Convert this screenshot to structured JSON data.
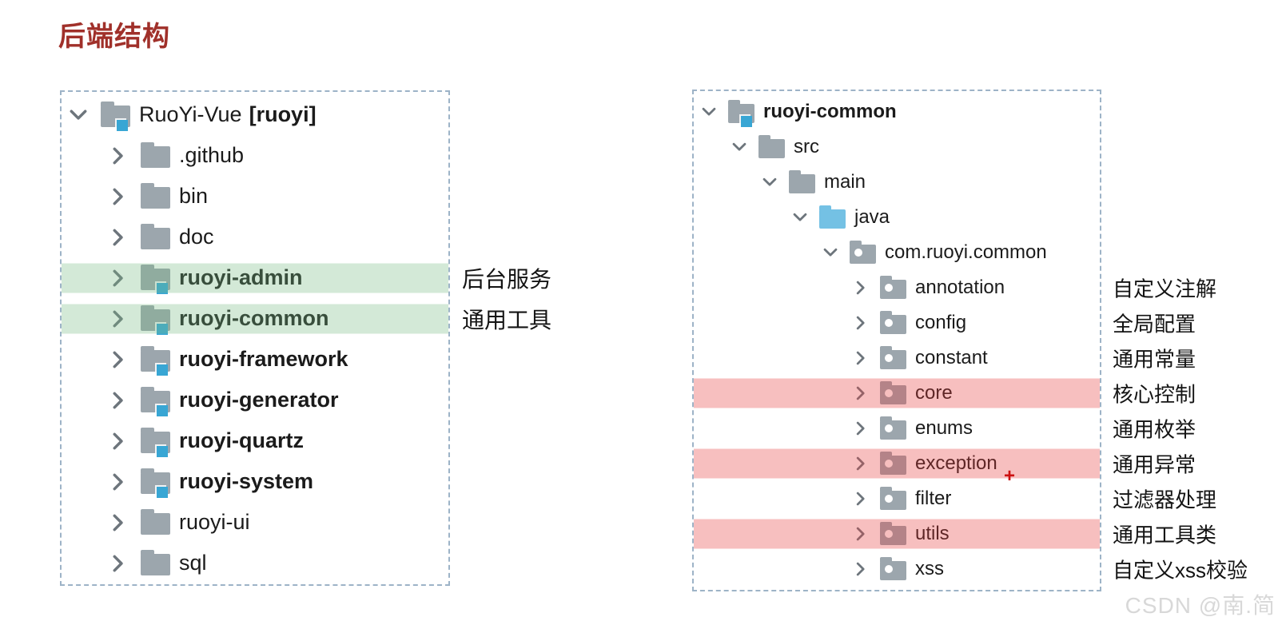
{
  "title": "后端结构",
  "watermark": "CSDN @南.简",
  "colors": {
    "title_red": "#a0302a",
    "folder_gray": "#9ca6ad",
    "module_badge_blue": "#38a6d4",
    "java_folder_blue": "#74c1e4",
    "dashed_border": "#9db3c7",
    "green_highlight": "#d5ead9",
    "red_highlight": "#f8c1c1",
    "chevron_gray": "#6d757c",
    "cursor_red": "#cc1111"
  },
  "left_tree": {
    "rows": [
      {
        "label": "RuoYi-Vue",
        "suffix": "[ruoyi]",
        "depth": 0,
        "expanded": true,
        "icon": "module-folder"
      },
      {
        "label": ".github",
        "depth": 1,
        "expanded": false,
        "icon": "folder"
      },
      {
        "label": "bin",
        "depth": 1,
        "expanded": false,
        "icon": "folder"
      },
      {
        "label": "doc",
        "depth": 1,
        "expanded": false,
        "icon": "folder"
      },
      {
        "label": "ruoyi-admin",
        "depth": 1,
        "expanded": false,
        "icon": "module-folder",
        "bold": true,
        "highlight": "green",
        "annotation": "后台服务"
      },
      {
        "label": "ruoyi-common",
        "depth": 1,
        "expanded": false,
        "icon": "module-folder",
        "bold": true,
        "highlight": "green",
        "annotation": "通用工具"
      },
      {
        "label": "ruoyi-framework",
        "depth": 1,
        "expanded": false,
        "icon": "module-folder",
        "bold": true
      },
      {
        "label": "ruoyi-generator",
        "depth": 1,
        "expanded": false,
        "icon": "module-folder",
        "bold": true
      },
      {
        "label": "ruoyi-quartz",
        "depth": 1,
        "expanded": false,
        "icon": "module-folder",
        "bold": true
      },
      {
        "label": "ruoyi-system",
        "depth": 1,
        "expanded": false,
        "icon": "module-folder",
        "bold": true
      },
      {
        "label": "ruoyi-ui",
        "depth": 1,
        "expanded": false,
        "icon": "folder"
      },
      {
        "label": "sql",
        "depth": 1,
        "expanded": false,
        "icon": "folder"
      }
    ]
  },
  "right_tree": {
    "rows": [
      {
        "label": "ruoyi-common",
        "depth": 0,
        "expanded": true,
        "icon": "module-folder",
        "bold": true
      },
      {
        "label": "src",
        "depth": 1,
        "expanded": true,
        "icon": "folder"
      },
      {
        "label": "main",
        "depth": 2,
        "expanded": true,
        "icon": "folder"
      },
      {
        "label": "java",
        "depth": 3,
        "expanded": true,
        "icon": "java-folder"
      },
      {
        "label": "com.ruoyi.common",
        "depth": 4,
        "expanded": true,
        "icon": "package"
      },
      {
        "label": "annotation",
        "depth": 5,
        "expanded": false,
        "icon": "package",
        "annotation": "自定义注解"
      },
      {
        "label": "config",
        "depth": 5,
        "expanded": false,
        "icon": "package",
        "annotation": "全局配置"
      },
      {
        "label": "constant",
        "depth": 5,
        "expanded": false,
        "icon": "package",
        "annotation": "通用常量"
      },
      {
        "label": "core",
        "depth": 5,
        "expanded": false,
        "icon": "package",
        "highlight": "red",
        "annotation": "核心控制"
      },
      {
        "label": "enums",
        "depth": 5,
        "expanded": false,
        "icon": "package",
        "annotation": "通用枚举"
      },
      {
        "label": "exception",
        "depth": 5,
        "expanded": false,
        "icon": "package",
        "highlight": "red",
        "annotation": "通用异常",
        "cursor_text": "+"
      },
      {
        "label": "filter",
        "depth": 5,
        "expanded": false,
        "icon": "package",
        "annotation": "过滤器处理"
      },
      {
        "label": "utils",
        "depth": 5,
        "expanded": false,
        "icon": "package",
        "highlight": "red",
        "annotation": "通用工具类"
      },
      {
        "label": "xss",
        "depth": 5,
        "expanded": false,
        "icon": "package",
        "annotation": "自定义xss校验"
      }
    ]
  }
}
